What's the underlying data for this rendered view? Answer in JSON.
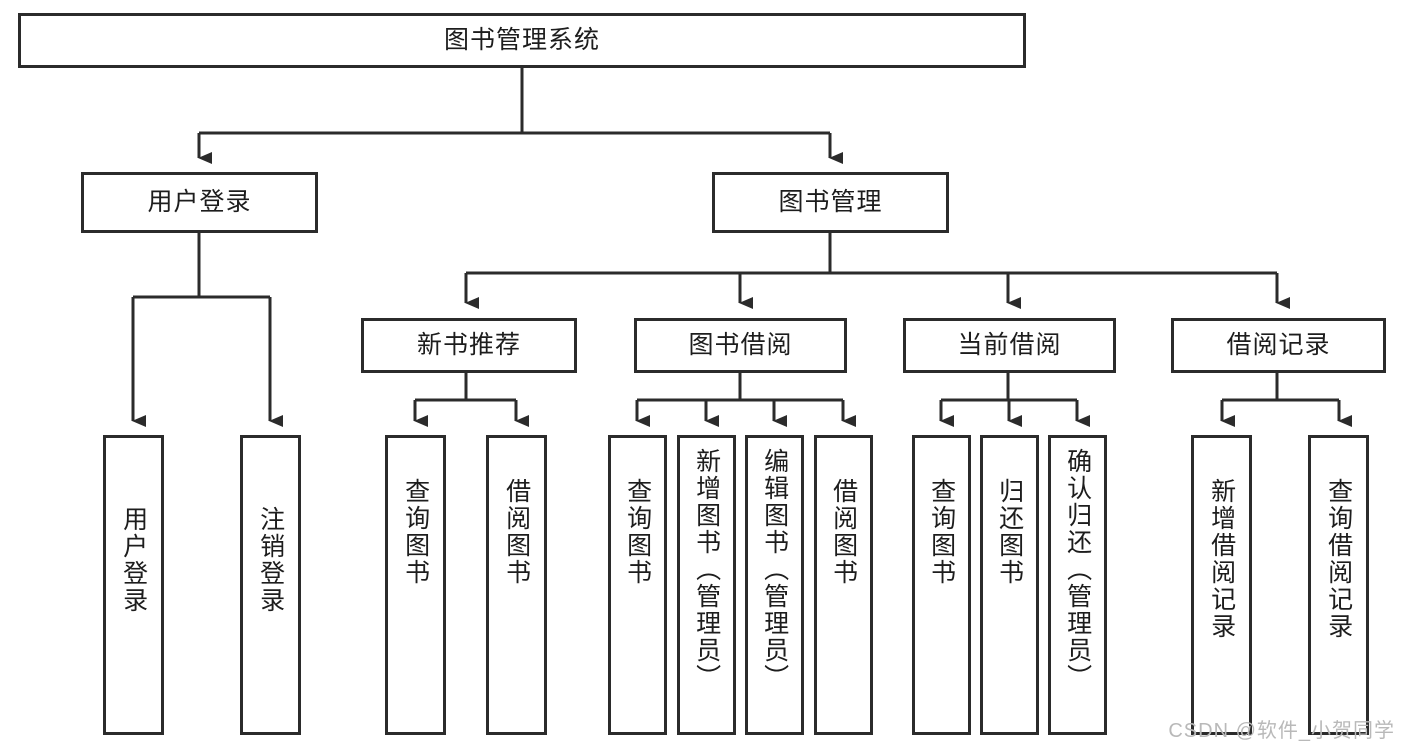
{
  "diagram": {
    "title": "图书管理系统",
    "type": "tree-hierarchy-diagram",
    "colors": {
      "box_border": "#2b2b2b",
      "box_fill": "#ffffff",
      "connector": "#2b2b2b",
      "text": "#1d1d1d",
      "watermark": "#b9b9b9",
      "background": "#ffffff"
    }
  },
  "root": {
    "label": "图书管理系统"
  },
  "level2": [
    {
      "label": "用户登录"
    },
    {
      "label": "图书管理"
    }
  ],
  "level3": [
    {
      "label": "新书推荐"
    },
    {
      "label": "图书借阅"
    },
    {
      "label": "当前借阅"
    },
    {
      "label": "借阅记录"
    }
  ],
  "leaves": {
    "user_login": [
      {
        "label": "用户登录"
      },
      {
        "label": "注销登录"
      }
    ],
    "new_book_recommend": [
      {
        "label": "查询图书"
      },
      {
        "label": "借阅图书"
      }
    ],
    "book_borrow": [
      {
        "label": "查询图书"
      },
      {
        "label": "新增图书（管理员）"
      },
      {
        "label": "编辑图书（管理员）"
      },
      {
        "label": "借阅图书"
      }
    ],
    "current_borrow": [
      {
        "label": "查询图书"
      },
      {
        "label": "归还图书"
      },
      {
        "label": "确认归还（管理员）"
      }
    ],
    "borrow_records": [
      {
        "label": "新增借阅记录"
      },
      {
        "label": "查询借阅记录"
      }
    ]
  },
  "watermark": {
    "text": "CSDN @软件_小贺同学"
  }
}
